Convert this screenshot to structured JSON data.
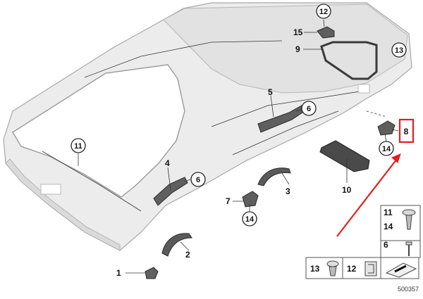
{
  "diagram": {
    "callouts": [
      {
        "id": "c12",
        "text": "12",
        "circled": true
      },
      {
        "id": "c15",
        "text": "15",
        "circled": false
      },
      {
        "id": "c9",
        "text": "9",
        "circled": false
      },
      {
        "id": "c13",
        "text": "13",
        "circled": true
      },
      {
        "id": "c5",
        "text": "5",
        "circled": false
      },
      {
        "id": "c6a",
        "text": "6",
        "circled": true
      },
      {
        "id": "c11",
        "text": "11",
        "circled": true
      },
      {
        "id": "c4",
        "text": "4",
        "circled": false
      },
      {
        "id": "c6b",
        "text": "6",
        "circled": true
      },
      {
        "id": "c3",
        "text": "3",
        "circled": false
      },
      {
        "id": "c10",
        "text": "10",
        "circled": false
      },
      {
        "id": "c7",
        "text": "7",
        "circled": false
      },
      {
        "id": "c14a",
        "text": "14",
        "circled": true
      },
      {
        "id": "c2",
        "text": "2",
        "circled": false
      },
      {
        "id": "c1",
        "text": "1",
        "circled": false
      },
      {
        "id": "c8",
        "text": "8",
        "circled": false,
        "highlighted": true
      },
      {
        "id": "c14b",
        "text": "14",
        "circled": true
      }
    ],
    "legend": {
      "right_column": [
        "11",
        "14",
        "6"
      ],
      "bottom_row": [
        "13",
        "12"
      ]
    },
    "diagram_number": "500357",
    "highlight_color": "#e41e1e",
    "arrow_color": "#e41e1e"
  }
}
